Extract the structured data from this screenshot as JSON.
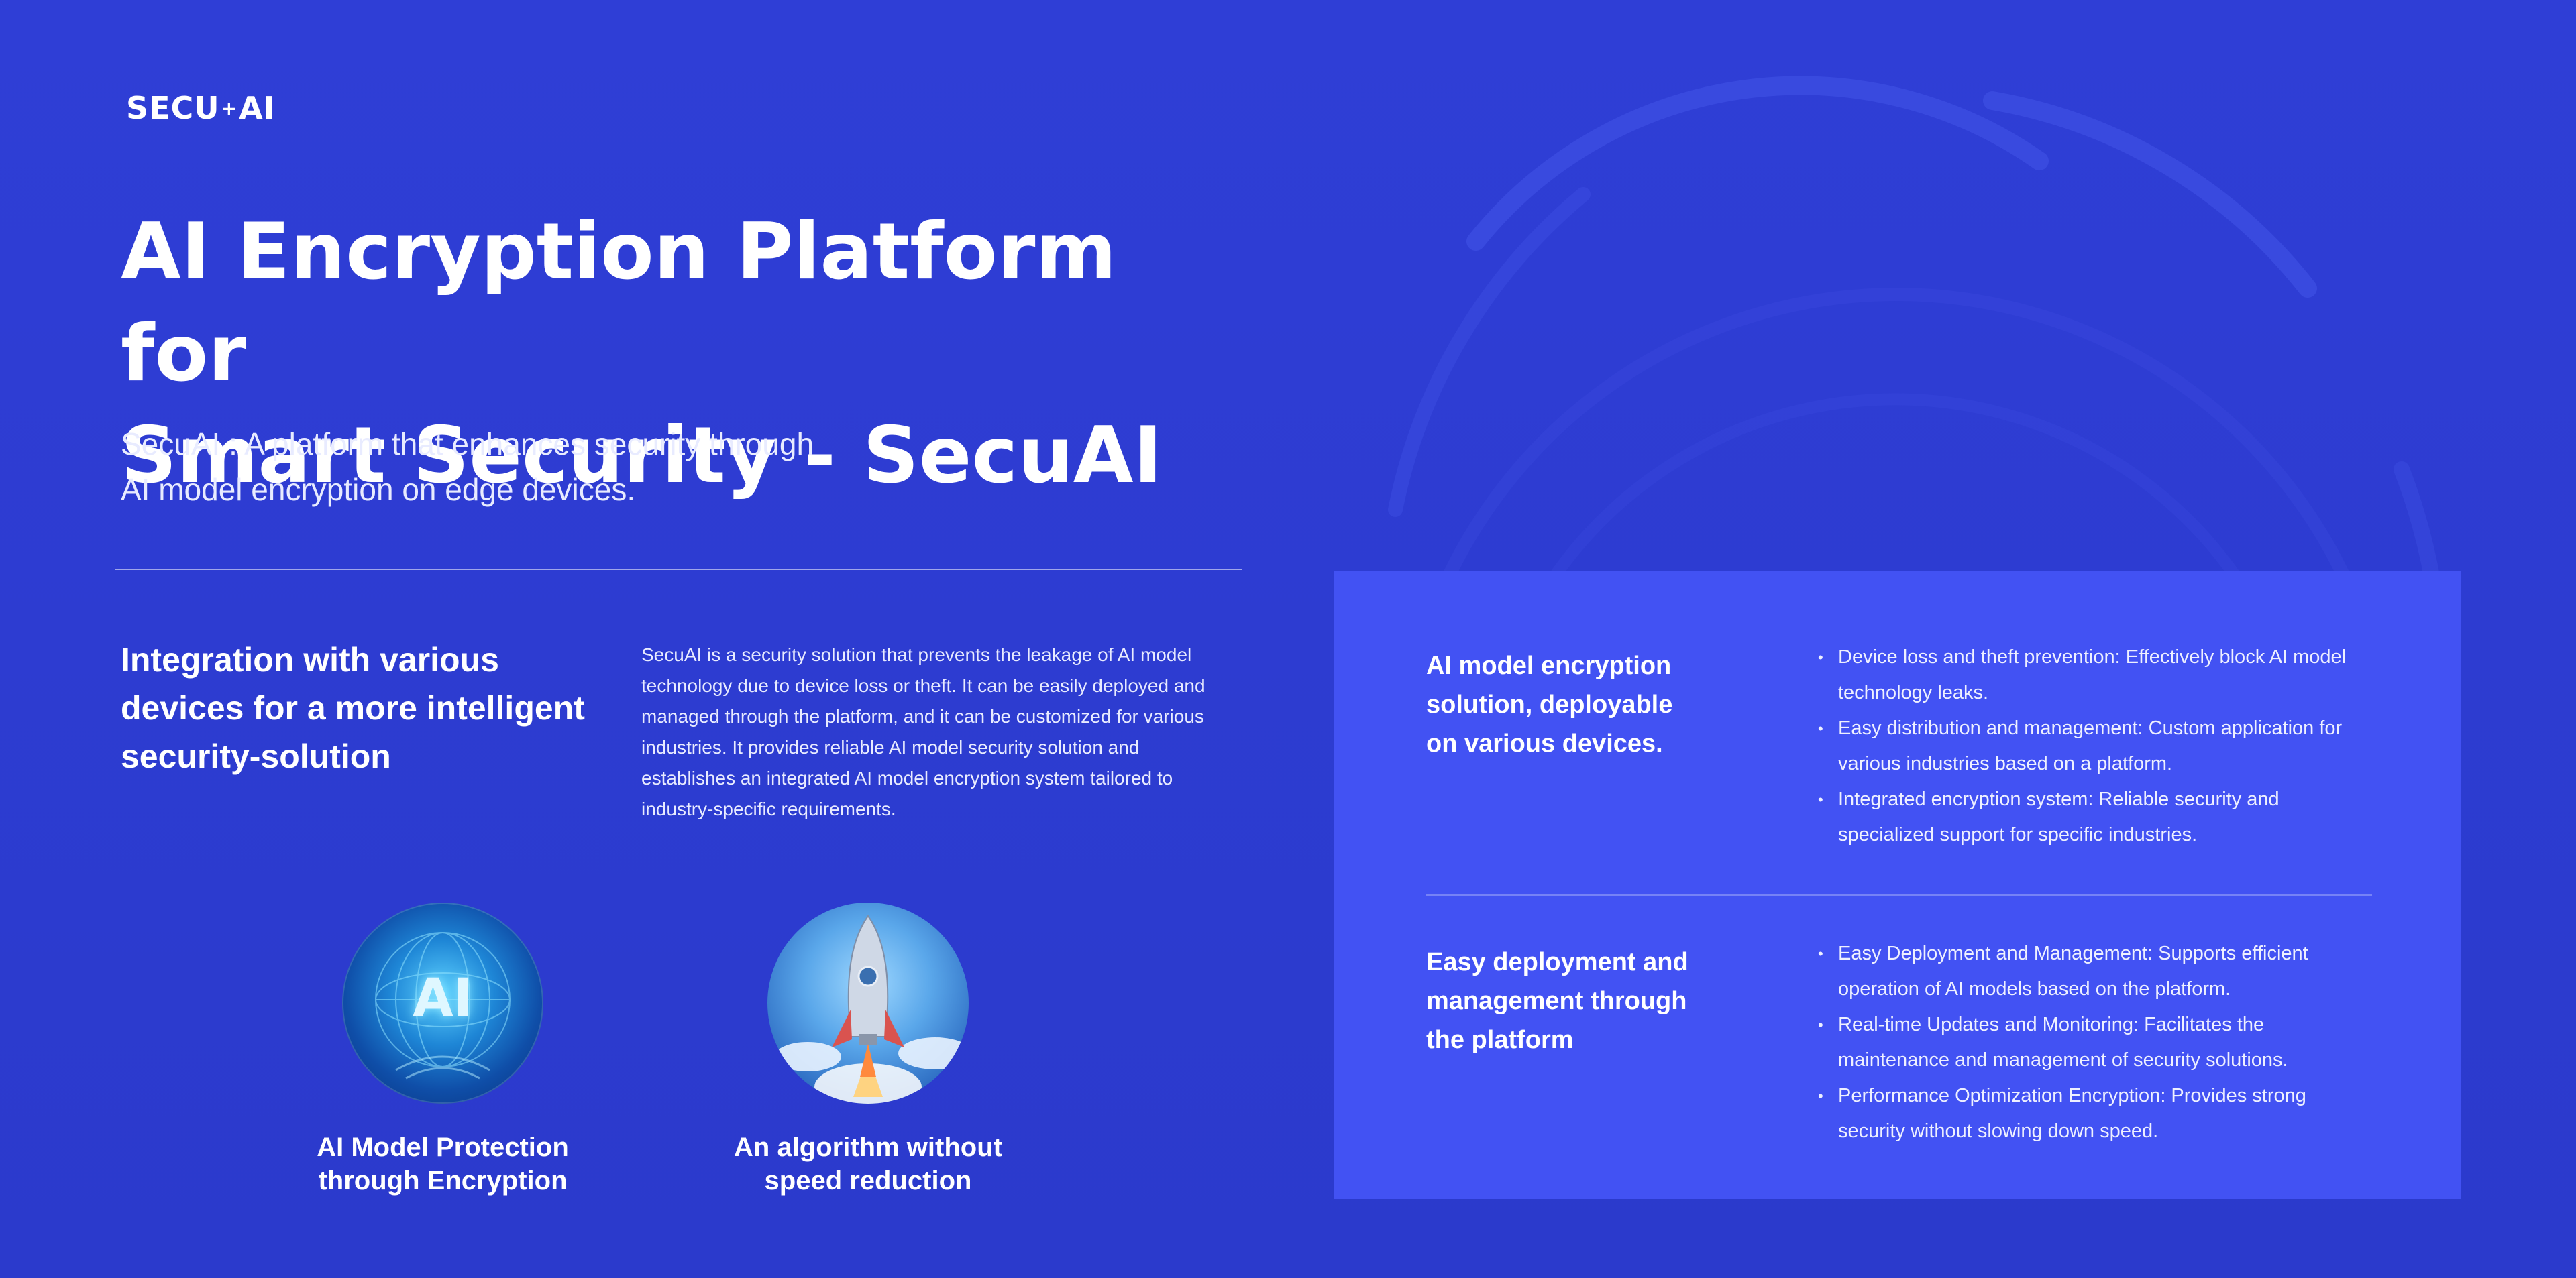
{
  "logo": {
    "left": "SECU",
    "dot": "+",
    "right": "AI"
  },
  "hero": {
    "title_line1": "AI Encryption Platform for",
    "title_line2": "Smart Security - SecuAI",
    "subtitle_line1": "SecuAI : A platform that enhances security through",
    "subtitle_line2": "AI model encryption on edge devices."
  },
  "integration": {
    "heading": "Integration with various devices for a more intelligent security-solution",
    "body": "SecuAI is a security solution that prevents the leakage of AI model technology due to device loss or theft. It can be easily deployed and managed through the platform, and it can be customized for various industries. It provides reliable AI model security solution and establishes an integrated AI model encryption system tailored to industry-specific requirements."
  },
  "features": [
    {
      "icon": "ai-globe-icon",
      "icon_text": "AI",
      "label": "AI Model Protection\nthrough Encryption"
    },
    {
      "icon": "rocket-icon",
      "label": "An algorithm without\nspeed reduction"
    }
  ],
  "panel": {
    "sections": [
      {
        "title": "AI model encryption solution, deployable on various devices.",
        "items": [
          "Device loss and theft prevention: Effectively block AI model technology leaks.",
          "Easy distribution and management: Custom application for various industries based on a platform.",
          "Integrated encryption system: Reliable security and specialized support for specific industries."
        ]
      },
      {
        "title": "Easy deployment and management through the platform",
        "items": [
          "Easy Deployment and Management: Supports efficient operation of AI models based on the platform.",
          "Real-time Updates and Monitoring: Facilitates the maintenance and management of security solutions.",
          "Performance Optimization Encryption: Provides strong security without slowing down speed."
        ]
      }
    ]
  },
  "colors": {
    "background": "#2d3ccf",
    "panel": "#4252f3",
    "text": "#ffffff"
  }
}
